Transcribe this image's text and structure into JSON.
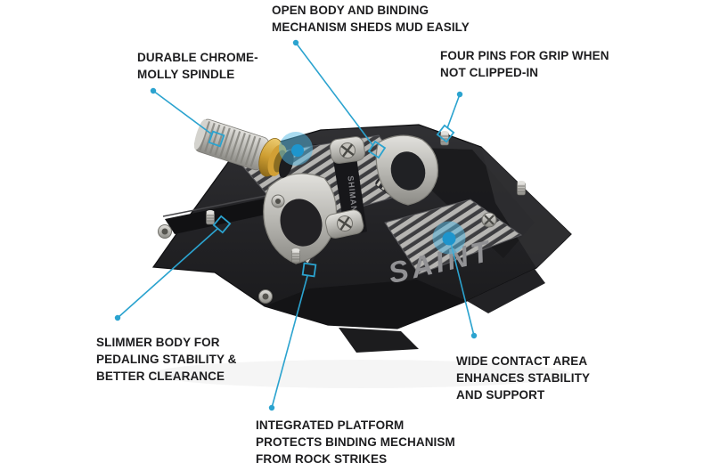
{
  "accent_color": "#2ba3cf",
  "label_color": "#1d1d1f",
  "product": {
    "body_logo": "SAINT",
    "binding_logo": "SHIMANO"
  },
  "annotations": [
    {
      "id": "open-body",
      "lines": [
        "OPEN BODY AND BINDING",
        "MECHANISM SHEDS MUD EASILY"
      ]
    },
    {
      "id": "spindle",
      "lines": [
        "DURABLE CHROME-",
        "MOLLY SPINDLE"
      ]
    },
    {
      "id": "four-pins",
      "lines": [
        "FOUR PINS FOR GRIP WHEN",
        "NOT CLIPPED-IN"
      ]
    },
    {
      "id": "slimmer-body",
      "lines": [
        "SLIMMER BODY FOR",
        "PEDALING STABILITY &",
        "BETTER CLEARANCE"
      ]
    },
    {
      "id": "integrated-platform",
      "lines": [
        "INTEGRATED PLATFORM",
        "PROTECTS BINDING MECHANISM",
        "FROM ROCK STRIKES"
      ]
    },
    {
      "id": "wide-contact-area",
      "lines": [
        "WIDE CONTACT AREA",
        "ENHANCES STABILITY",
        "AND SUPPORT"
      ]
    }
  ]
}
